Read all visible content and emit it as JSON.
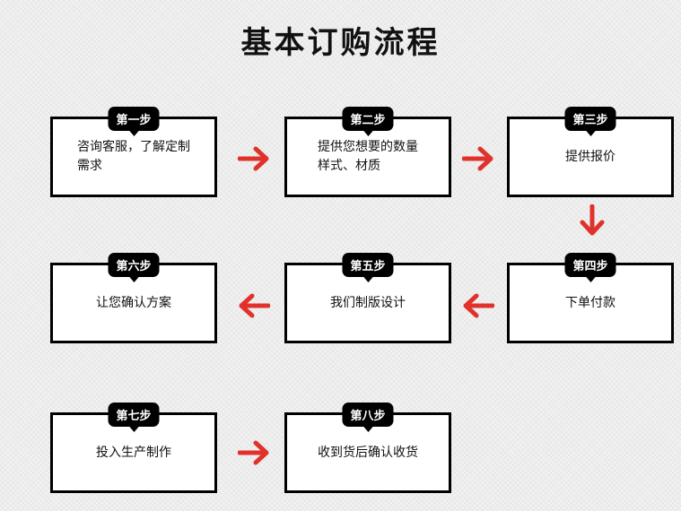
{
  "title": "基本订购流程",
  "accent_color": "#e0322b",
  "steps": [
    {
      "label": "第一步",
      "text": "咨询客服，了解定制\n需求"
    },
    {
      "label": "第二步",
      "text": "提供您想要的数量\n样式、材质"
    },
    {
      "label": "第三步",
      "text": "提供报价"
    },
    {
      "label": "第四步",
      "text": "下单付款"
    },
    {
      "label": "第五步",
      "text": "我们制版设计"
    },
    {
      "label": "第六步",
      "text": "让您确认方案"
    },
    {
      "label": "第七步",
      "text": "投入生产制作"
    },
    {
      "label": "第八步",
      "text": "收到货后确认收货"
    }
  ],
  "arrows": [
    "right",
    "right",
    "down",
    "left",
    "left",
    "right"
  ]
}
